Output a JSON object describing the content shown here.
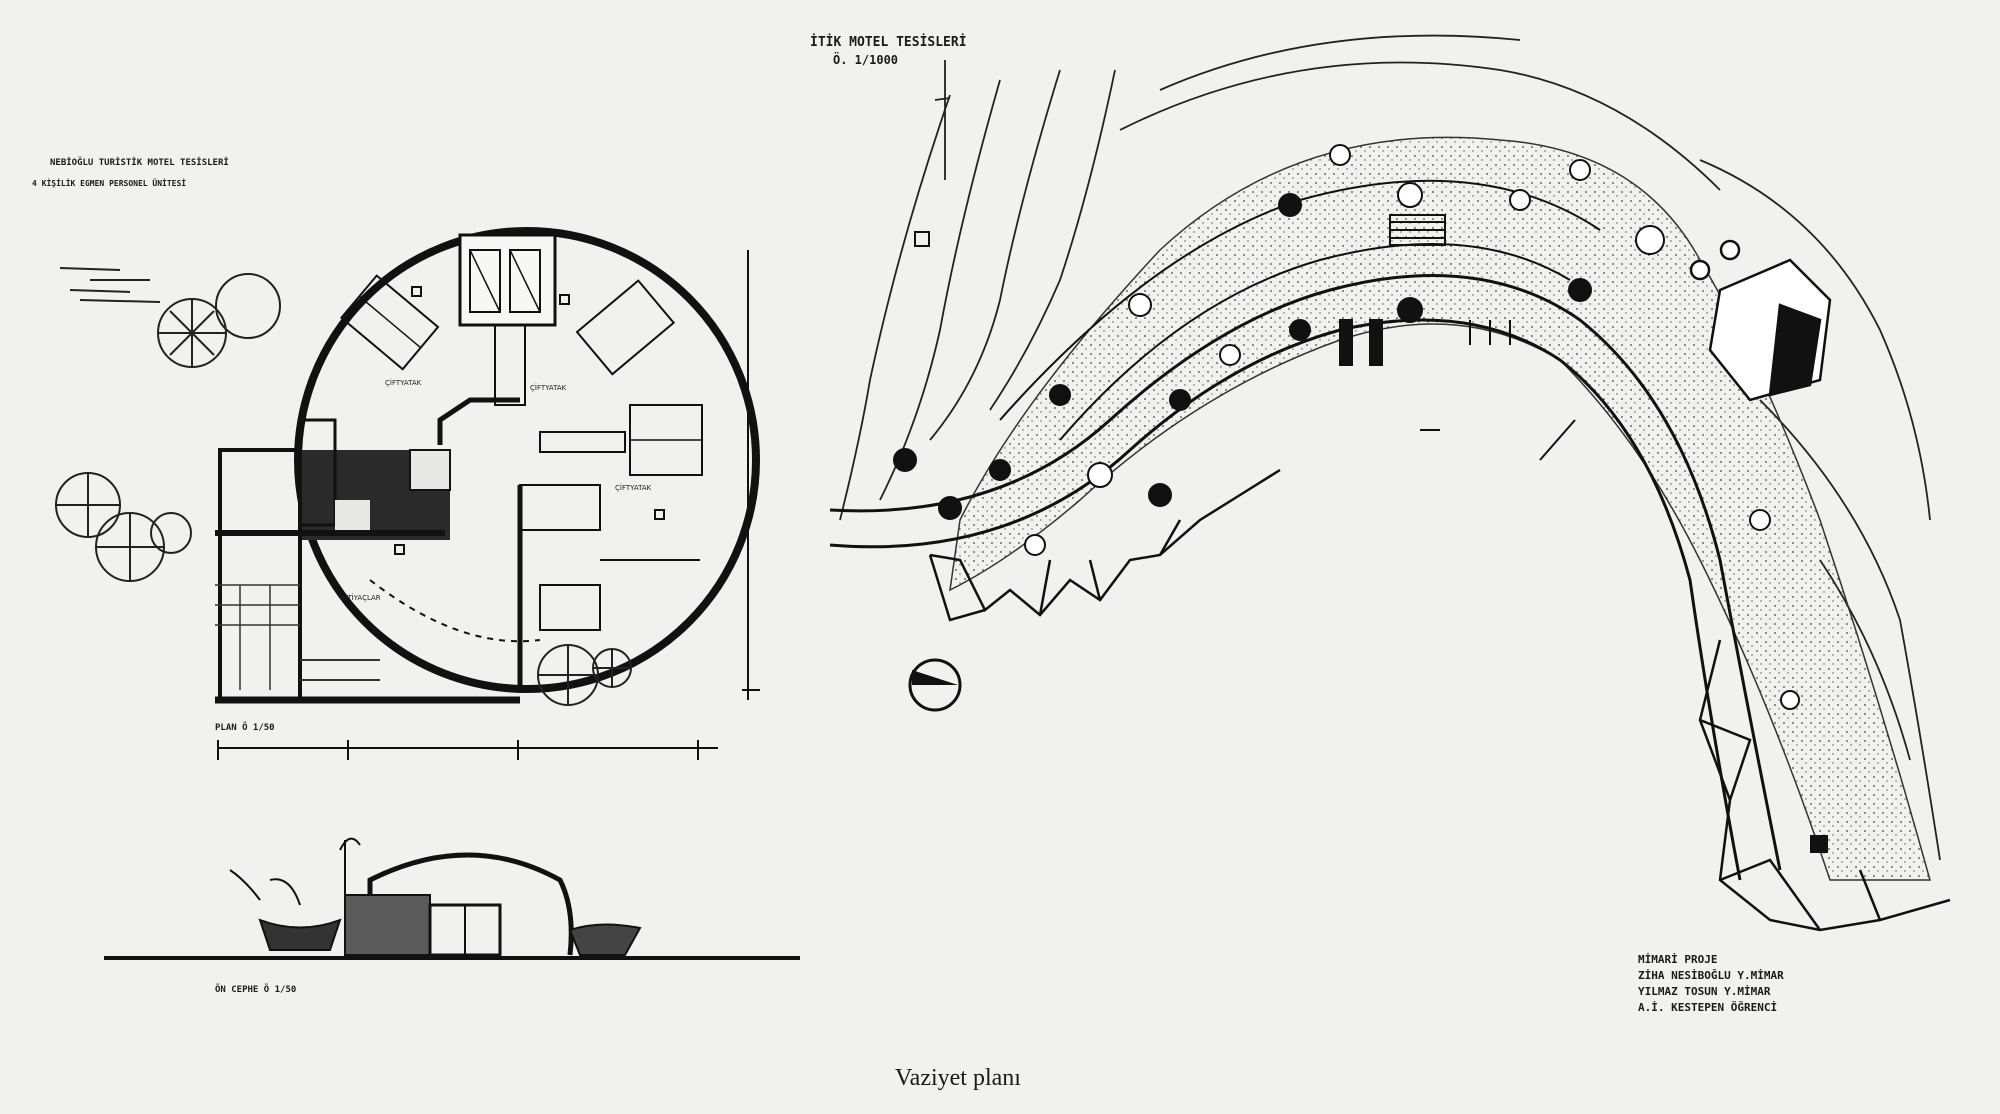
{
  "caption": "Vaziyet planı",
  "site_plan": {
    "title": "İTİK MOTEL TESİSLERİ",
    "scale": "Ö. 1/1000",
    "credits": [
      "MİMARİ PROJE",
      "ZİHA NESİBOĞLU Y.MİMAR",
      "YILMAZ TOSUN Y.MİMAR",
      "A.İ. KESTEPEN ÖĞRENCİ"
    ]
  },
  "unit_plan": {
    "title_line1": "NEBİOĞLU TURİSTİK MOTEL TESİSLERİ",
    "title_line2": "4 KİŞİLİK EGMEN PERSONEL ÜNİTESİ",
    "room_labels": [
      "ÇİFTYATAK",
      "ÇİFTYATAK",
      "ÇİFTYATAK",
      "İHTİYAÇLAR"
    ],
    "plan_label": "PLAN Ö 1/50",
    "section_label": "ÖN CEPHE Ö 1/50"
  }
}
